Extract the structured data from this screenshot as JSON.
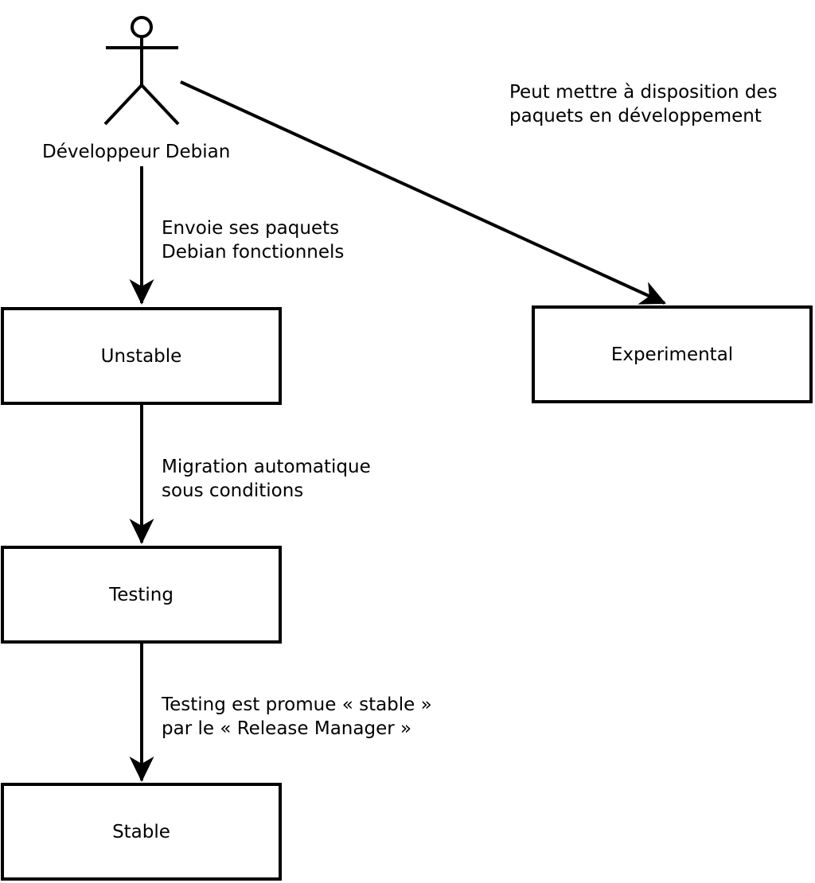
{
  "diagram": {
    "actor": {
      "label": "Développeur Debian"
    },
    "nodes": {
      "unstable": {
        "label": "Unstable"
      },
      "experimental": {
        "label": "Experimental"
      },
      "testing": {
        "label": "Testing"
      },
      "stable": {
        "label": "Stable"
      }
    },
    "edge_labels": {
      "to_experimental": {
        "line1": "Peut mettre à disposition des",
        "line2": "paquets en développement"
      },
      "to_unstable": {
        "line1": "Envoie ses paquets",
        "line2": "Debian fonctionnels"
      },
      "to_testing": {
        "line1": "Migration automatique",
        "line2": "sous conditions"
      },
      "to_stable": {
        "line1": "Testing est promue « stable »",
        "line2": "par le « Release Manager »"
      }
    },
    "icons": {
      "actor": "stick-figure-icon",
      "arrowhead": "solid-notched-arrowhead-icon"
    },
    "colors": {
      "stroke": "#000000",
      "background": "#ffffff"
    }
  }
}
